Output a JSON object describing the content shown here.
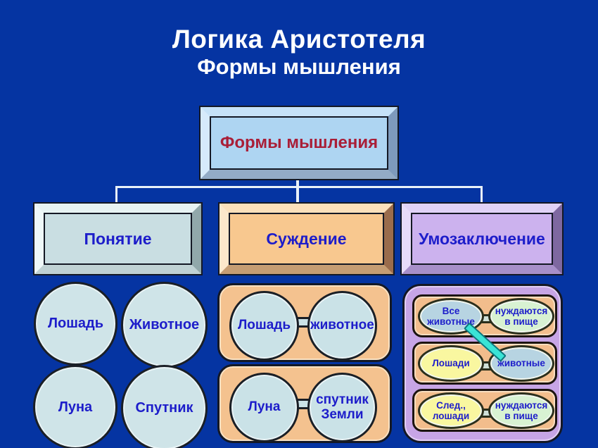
{
  "title": {
    "line1": "Логика Аристотеля",
    "line2": "Формы мышления"
  },
  "root": {
    "label": "Формы мышления"
  },
  "branches": {
    "concept": {
      "label": "Понятие"
    },
    "judgement": {
      "label": "Суждение"
    },
    "conclusion": {
      "label": "Умозаключение"
    }
  },
  "concepts": [
    "Лошадь",
    "Животное",
    "Луна",
    "Спутник"
  ],
  "judgements": [
    {
      "left": "Лошадь",
      "right": "животное"
    },
    {
      "left": "Луна",
      "right": "спутник Земли"
    }
  ],
  "syllogism": {
    "rows": [
      {
        "left": "Все животные",
        "right": "нуждаются в пище"
      },
      {
        "left": "Лошади",
        "right": "животные"
      },
      {
        "left": "След., лошади",
        "right": "нуждаются в пище"
      }
    ]
  },
  "colors": {
    "background": "#0534a2",
    "root_fill": "#aed5f2",
    "concept_fill": "#c9dee2",
    "judgement_fill": "#f8c88f",
    "conclusion_fill": "#ccb2ee",
    "title_text": "#ffffff",
    "accent_text_red": "#a91e37",
    "text_blue": "#1d1dca",
    "link_cyan": "#3ae4d6"
  }
}
